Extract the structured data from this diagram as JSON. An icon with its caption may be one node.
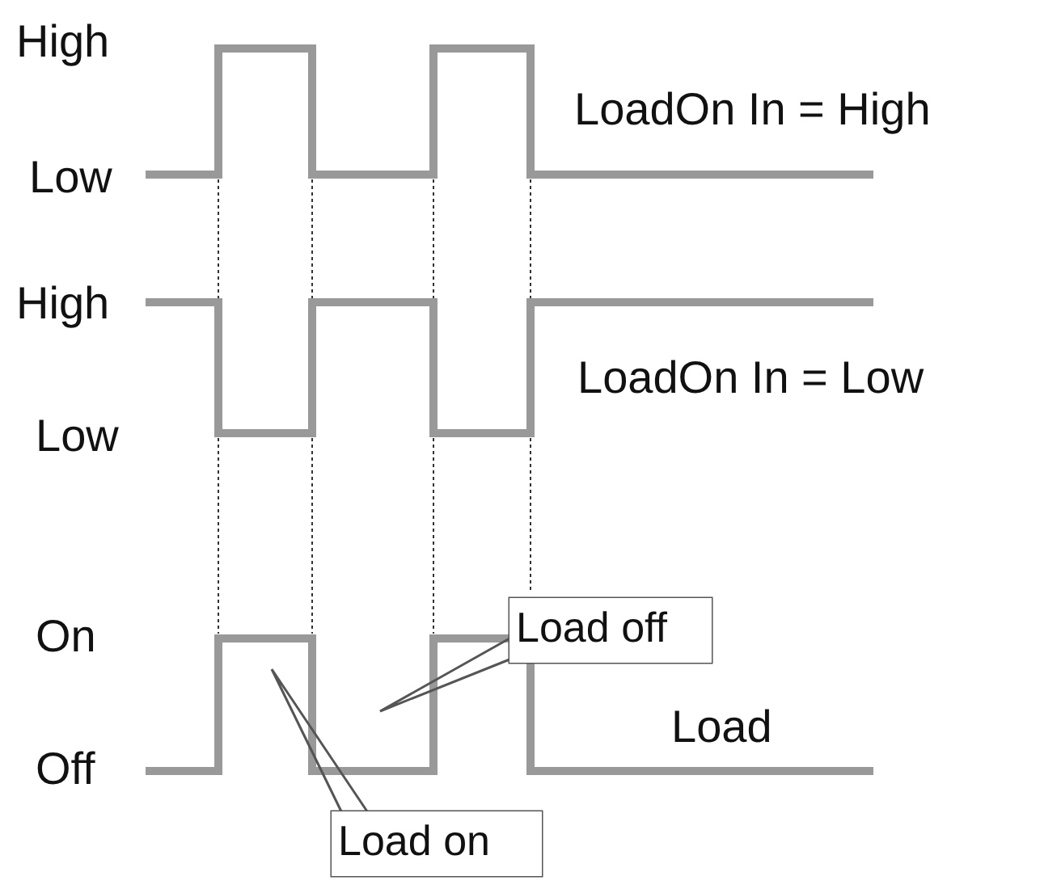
{
  "diagram": {
    "nodes": [
      {
        "text": [
          "Load off"
        ]
      },
      {
        "text": [
          "Load on"
        ]
      }
    ],
    "edges": [
      {
        "from": 0,
        "to": null,
        "arrow": "none"
      },
      {
        "from": 1,
        "to": null,
        "arrow": "none"
      }
    ],
    "labels": [
      "High",
      "Low",
      "LoadOn In = High",
      "High",
      "Low",
      "LoadOn In = Low",
      "On",
      "Off",
      "Load"
    ]
  }
}
